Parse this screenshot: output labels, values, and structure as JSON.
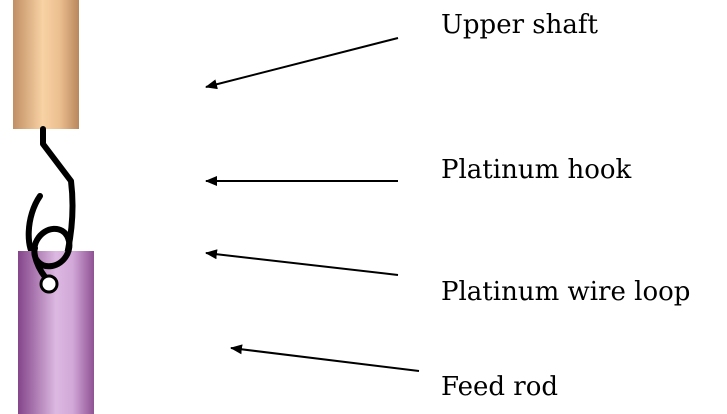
{
  "labels": {
    "upper_shaft": "Upper shaft",
    "platinum_hook": "Platinum hook",
    "platinum_wire_loop": "Platinum wire loop",
    "feed_rod": "Feed rod"
  },
  "colors": {
    "upper_shaft_light": "#f7cfa0",
    "upper_shaft_dark": "#c49266",
    "feed_rod_light": "#dcb8e0",
    "feed_rod_dark": "#8a4a8e",
    "wire": "#000000",
    "arrow": "#000000"
  }
}
